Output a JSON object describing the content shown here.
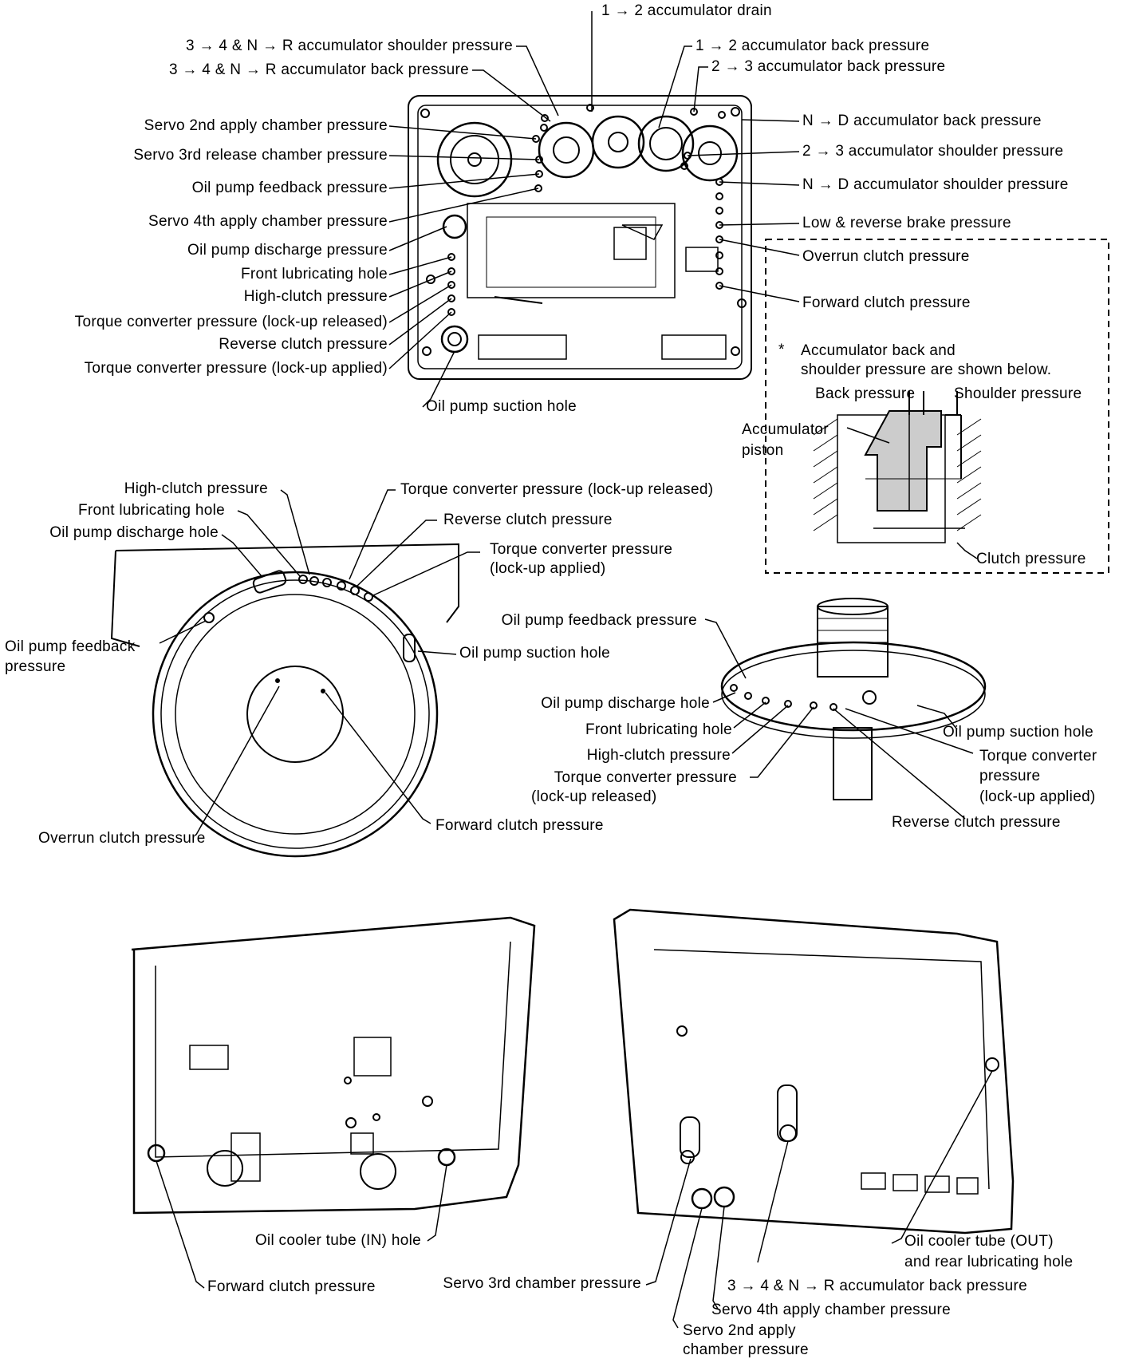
{
  "top_left_labels": [
    "3 → 4 & N → R accumulator shoulder pressure",
    "3 → 4 & N → R accumulator back pressure",
    "Servo 2nd apply chamber pressure",
    "Servo 3rd release chamber pressure",
    "Oil pump feedback pressure",
    "Servo 4th apply chamber pressure",
    "Oil pump discharge pressure",
    "Front lubricating hole",
    "High-clutch pressure",
    "Torque converter pressure (lock-up released)",
    "Reverse clutch pressure",
    "Torque converter pressure (lock-up applied)"
  ],
  "top_top_labels": [
    "1 → 2 accumulator drain",
    "1 → 2 accumulator back pressure",
    "2 → 3 accumulator back pressure"
  ],
  "top_right_labels": [
    "N → D accumulator back pressure",
    "2 → 3 accumulator shoulder pressure",
    "N → D accumulator shoulder pressure",
    "Low & reverse brake pressure",
    "Overrun clutch pressure",
    "Forward clutch pressure"
  ],
  "top_bottom_label": "Oil pump suction hole",
  "note": {
    "star": "*",
    "line1": "Accumulator back and",
    "line2": "shoulder pressure are shown below.",
    "back": "Back pressure",
    "shoulder": "Shoulder pressure",
    "piston1": "Accumulator",
    "piston2": "piston",
    "clutch": "Clutch pressure"
  },
  "mid_left_labels": {
    "high_clutch": "High-clutch pressure",
    "front_lub": "Front lubricating hole",
    "discharge_hole": "Oil pump discharge hole",
    "feedback1": "Oil pump feedback",
    "feedback2": "pressure",
    "tc_released": "Torque converter pressure (lock-up released)",
    "reverse": "Reverse clutch pressure",
    "tc_applied1": "Torque converter pressure",
    "tc_applied2": "(lock-up applied)",
    "suction": "Oil pump suction hole",
    "overrun": "Overrun clutch pressure",
    "forward": "Forward clutch pressure"
  },
  "pump_labels": {
    "feedback": "Oil pump feedback pressure",
    "discharge": "Oil pump discharge hole",
    "front_lub": "Front lubricating hole",
    "high_clutch": "High-clutch pressure",
    "tc_released1": "Torque converter pressure",
    "tc_released2": "(lock-up released)",
    "suction": "Oil pump suction hole",
    "tc_applied1": "Torque converter",
    "tc_applied2": "pressure",
    "tc_applied3": "(lock-up applied)",
    "reverse": "Reverse clutch pressure"
  },
  "bottom_left_labels": {
    "cooler_in": "Oil cooler tube (IN) hole",
    "forward": "Forward clutch pressure"
  },
  "bottom_right_labels": {
    "servo3": "Servo 3rd chamber pressure",
    "cooler_out1": "Oil cooler tube (OUT)",
    "cooler_out2": "and rear lubricating hole",
    "acc_back": "3 → 4 & N → R accumulator back pressure",
    "servo4": "Servo 4th apply chamber pressure",
    "servo2_1": "Servo 2nd apply",
    "servo2_2": "chamber pressure"
  }
}
